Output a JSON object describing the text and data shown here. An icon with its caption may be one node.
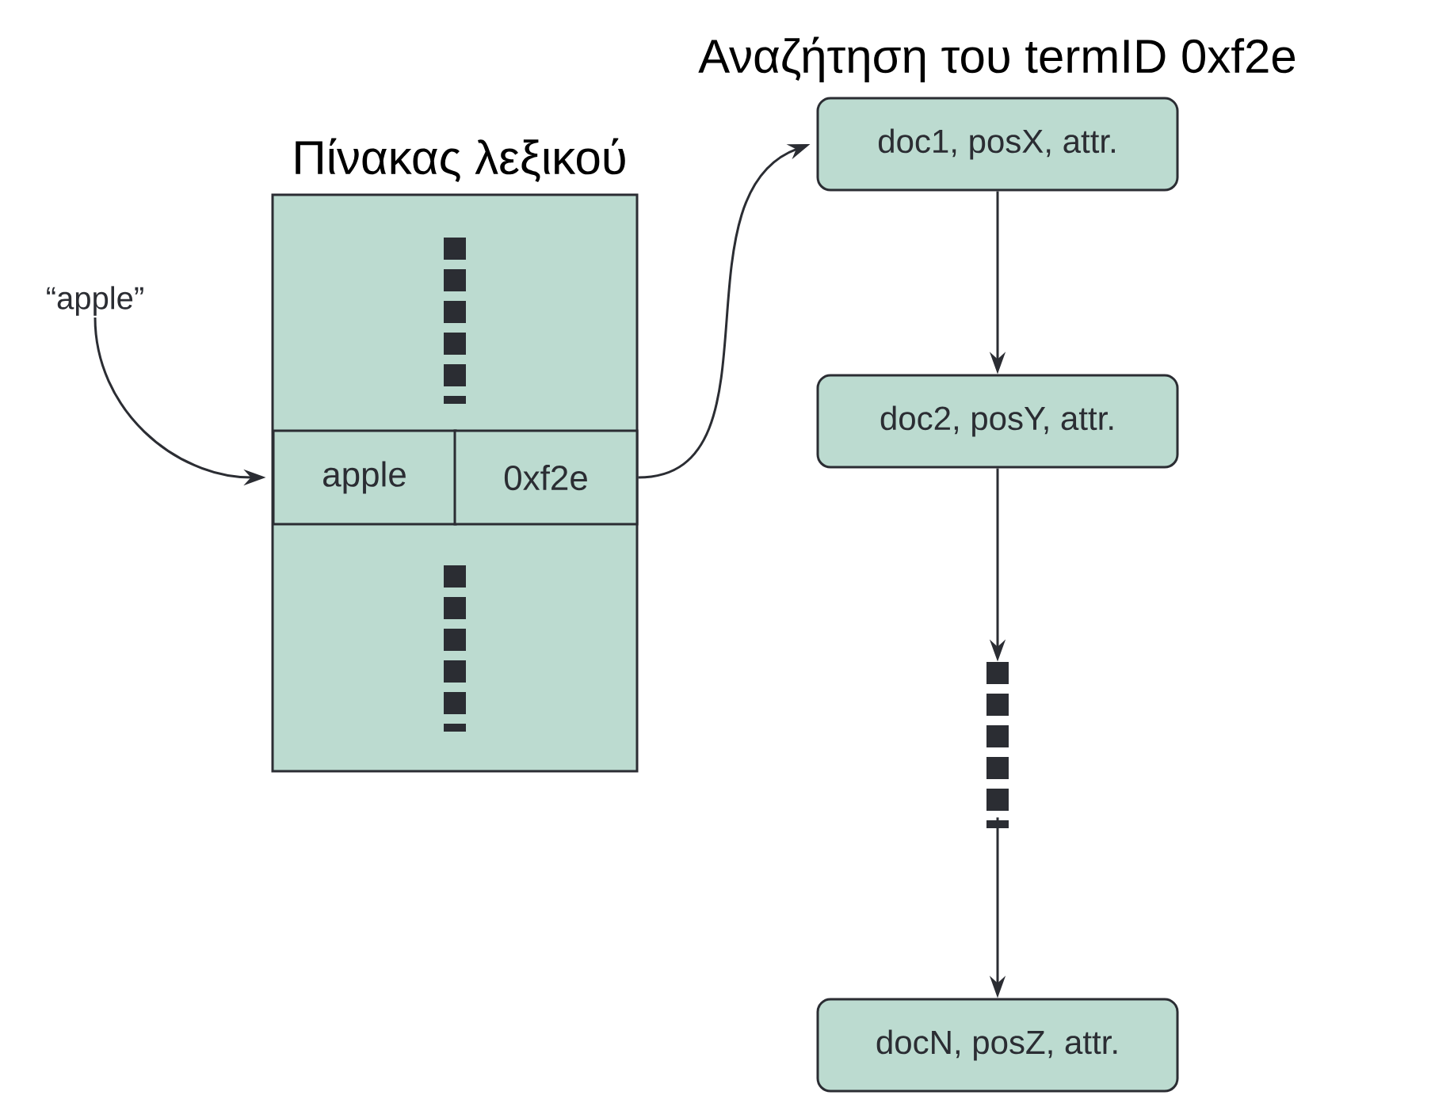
{
  "diagram": {
    "nodes": [
      {
        "text": [
          "“apple”"
        ]
      },
      {
        "text": [
          "Πίνακας λεξικού"
        ]
      },
      {
        "text": [
          "apple"
        ],
        "in": 1
      },
      {
        "text": [
          "0xf2e"
        ],
        "in": 1
      },
      {
        "text": [
          "doc1, posX, attr."
        ],
        "beside": [
          "Αναζήτηση του termID 0xf2e"
        ]
      },
      {
        "text": [
          "doc2, posY, attr."
        ]
      },
      {
        "text": [],
        "shape": "bar"
      },
      {
        "text": [
          "docN, posZ, attr."
        ]
      }
    ],
    "edges": [
      {
        "from": 0,
        "to": 2,
        "arrow": "to"
      },
      {
        "from": 3,
        "to": 4,
        "arrow": "to"
      },
      {
        "from": 4,
        "to": 5,
        "arrow": "to"
      },
      {
        "from": 5,
        "to": 6,
        "arrow": "to"
      },
      {
        "from": 6,
        "to": 7,
        "arrow": "to"
      }
    ]
  }
}
